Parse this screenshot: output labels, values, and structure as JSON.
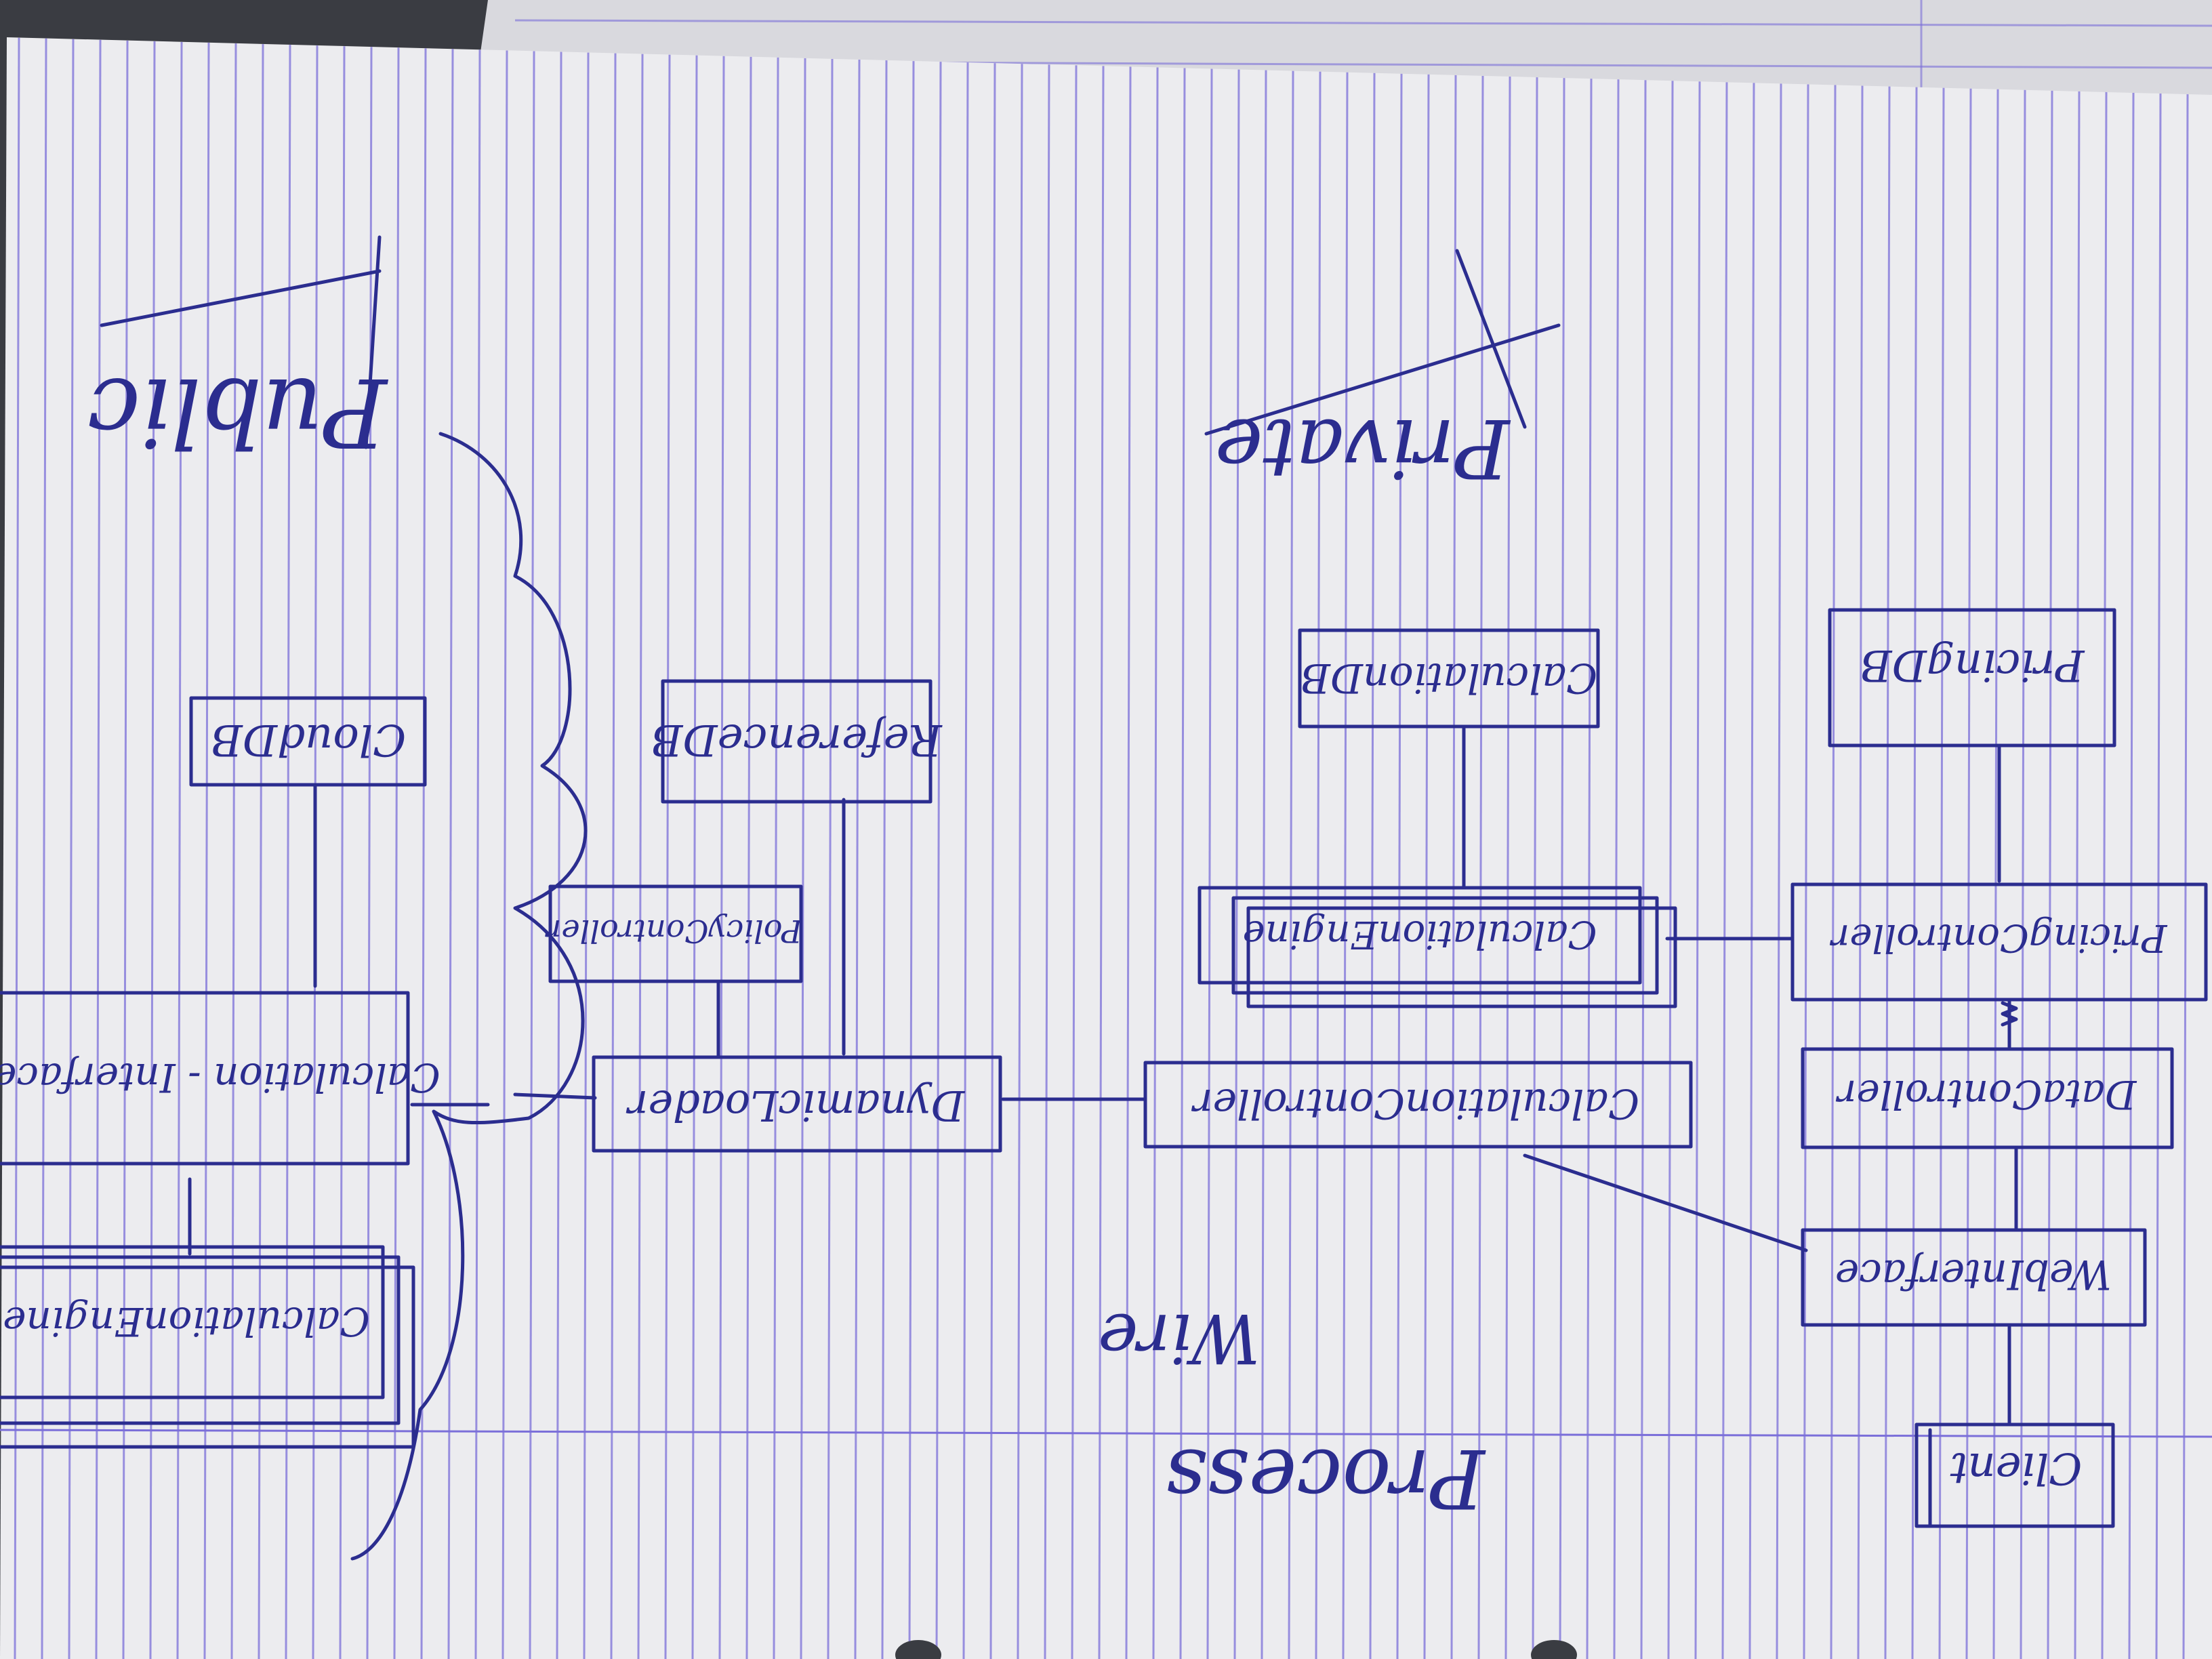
{
  "colors": {
    "desk": "#3a3c42",
    "paper": "#ececef",
    "paper_shadow": "#d9d9de",
    "rule_line": "#7b6fd9",
    "ink": "#2b2d8f"
  },
  "regions": {
    "public": "Public",
    "private": "Private",
    "process": "Process",
    "wire": "Wire"
  },
  "nodes": {
    "cloud_db": "CloudDB",
    "calculation_interface": "Calculation - Interface",
    "calculation_engine_public": "CalculationEngine",
    "reference_db": "ReferenceDB",
    "policy_controller": "PolicyController",
    "dynamic_loader": "DynamicLoader",
    "calculation_db": "CalculationDB",
    "calculation_engine_private": "CalculationEngine",
    "calculation_controller": "CalculationController",
    "pricing_db": "PricingDB",
    "pricing_controller": "PricingController",
    "data_controller": "DataController",
    "web_interface": "WebInterface",
    "client": "Client"
  }
}
